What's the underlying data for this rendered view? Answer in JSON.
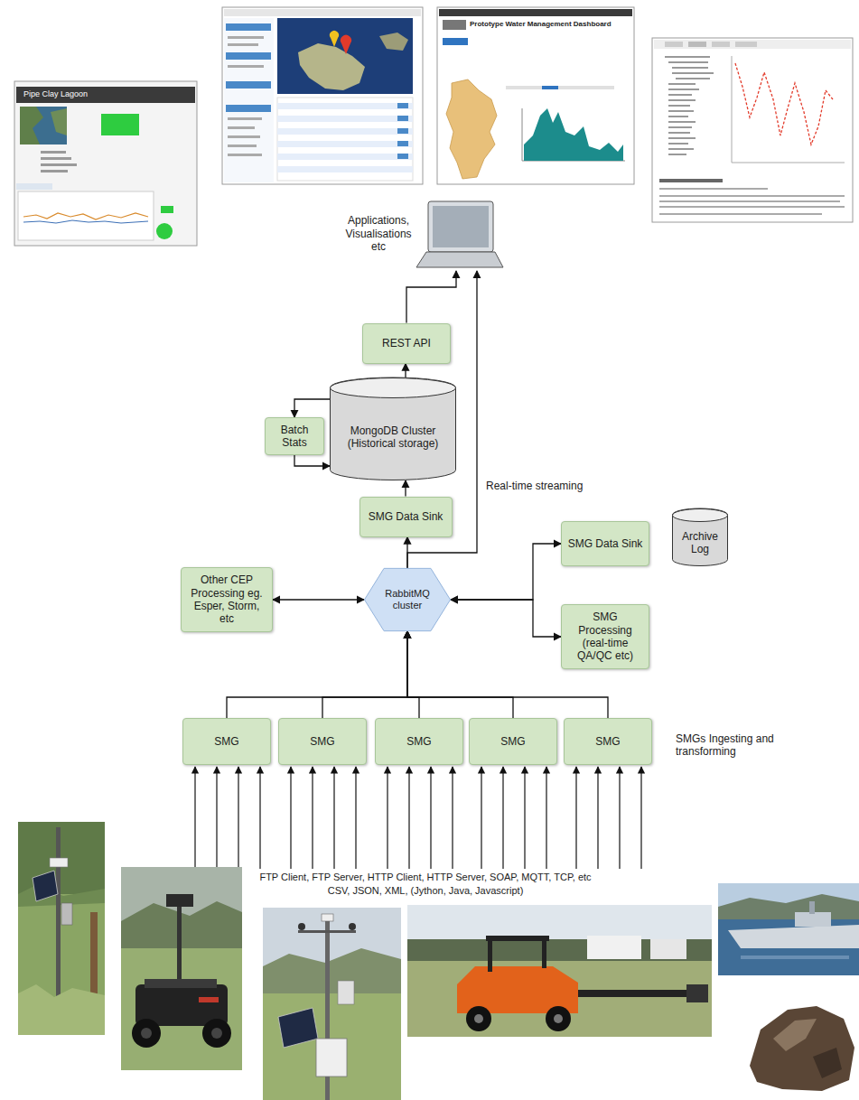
{
  "diagram": {
    "nodes": [
      {
        "text": [
          "Applications, Visualisations etc"
        ]
      },
      {
        "text": [
          "REST API"
        ]
      },
      {
        "text": [
          "Batch Stats"
        ]
      },
      {
        "text": [
          "MongoDB Cluster (Historical storage)"
        ]
      },
      {
        "text": [
          "SMG Data Sink"
        ]
      },
      {
        "text": [
          "SMG Data Sink"
        ]
      },
      {
        "text": [
          "Archive Log"
        ]
      },
      {
        "text": [
          "Other CEP Processing eg. Esper, Storm, etc"
        ]
      },
      {
        "text": [
          "RabbitMQ cluster"
        ]
      },
      {
        "text": [
          "SMG Processing (real-time QA/QC etc)"
        ]
      },
      {
        "text": [
          "SMG"
        ]
      },
      {
        "text": [
          "SMG"
        ]
      },
      {
        "text": [
          "SMG"
        ]
      },
      {
        "text": [
          "SMG"
        ]
      },
      {
        "text": [
          "SMG"
        ]
      }
    ],
    "edges": [
      {
        "from": 1,
        "to": 0,
        "arrow": "to"
      },
      {
        "from": 8,
        "to": 0,
        "label": "Real-time streaming",
        "arrow": "to"
      },
      {
        "from": 3,
        "to": 1,
        "arrow": "to"
      },
      {
        "from": 3,
        "to": 2,
        "arrow": "to"
      },
      {
        "from": 2,
        "to": 3,
        "arrow": "to"
      },
      {
        "from": 4,
        "to": 3,
        "arrow": "to"
      },
      {
        "from": 8,
        "to": 4,
        "arrow": "to"
      },
      {
        "from": 7,
        "to": 8,
        "arrow": "both"
      },
      {
        "from": 8,
        "to": 5,
        "arrow": "both"
      },
      {
        "from": 8,
        "to": 9,
        "arrow": "both"
      },
      {
        "from": 10,
        "to": 8,
        "arrow": "to"
      },
      {
        "from": 11,
        "to": 8,
        "arrow": "to"
      },
      {
        "from": 12,
        "to": 8,
        "arrow": "to"
      },
      {
        "from": 13,
        "to": 8,
        "arrow": "to"
      },
      {
        "from": 14,
        "to": 8,
        "arrow": "to"
      }
    ],
    "labels": [
      "Pipe Clay Lagoon",
      "Prototype Water Management Dashboard",
      "SMGs Ingesting and transforming",
      "FTP Client, FTP Server, HTTP Client, HTTP Server, SOAP, MQTT, TCP, etc",
      "CSV, JSON, XML, (Jython, Java, Javascript)"
    ]
  }
}
